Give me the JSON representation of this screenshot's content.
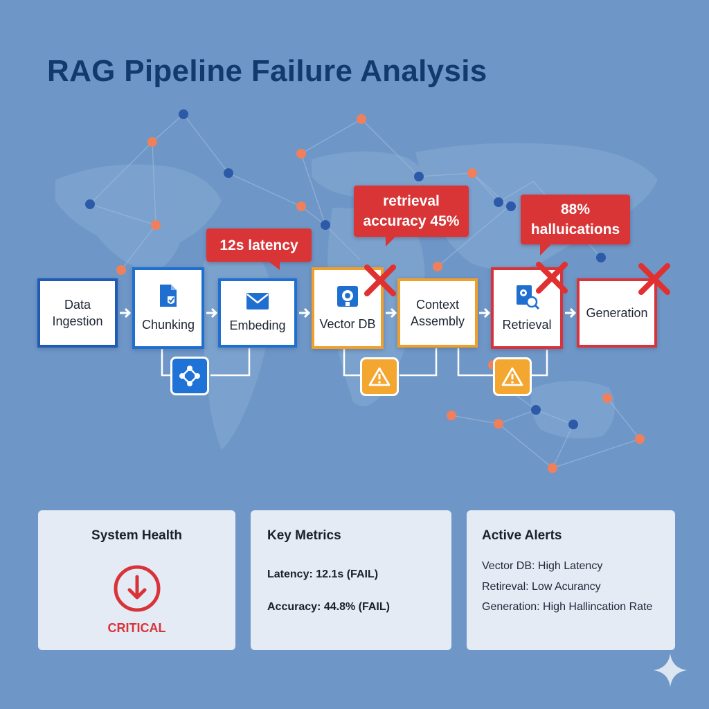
{
  "title": "RAG Pipeline Failure Analysis",
  "colors": {
    "ok": "#1f6fd1",
    "warning": "#f0a02a",
    "failure": "#d9333a",
    "background": "#6e97c8",
    "title": "#123a6d"
  },
  "pipeline": {
    "stages": [
      {
        "label": "Data\nIngestion",
        "status": "ok",
        "icon": "none"
      },
      {
        "label": "Chunking",
        "status": "ok",
        "icon": "document-check-icon"
      },
      {
        "label": "Embeding",
        "status": "ok",
        "icon": "envelope-icon"
      },
      {
        "label": "Vector DB",
        "status": "failure-warning",
        "icon": "database-icon"
      },
      {
        "label": "Context\nAssembly",
        "status": "warning",
        "icon": "none"
      },
      {
        "label": "Retrieval",
        "status": "failure",
        "icon": "search-gear-icon"
      },
      {
        "label": "Generation",
        "status": "failure",
        "icon": "none"
      }
    ],
    "callouts": [
      {
        "text": "12s latency"
      },
      {
        "text": "retrieval\naccuracy 45%"
      },
      {
        "text": "88%\nhalluications"
      }
    ],
    "badges": [
      {
        "icon": "network-nodes-icon"
      },
      {
        "icon": "warning-triangle-icon"
      },
      {
        "icon": "warning-triangle-icon"
      }
    ]
  },
  "panels": {
    "health": {
      "title": "System Health",
      "status": "CRITICAL",
      "icon": "down-arrow-circle-icon"
    },
    "metrics": {
      "title": "Key Metrics",
      "items": [
        "Latency: 12.1s (FAIL)",
        "Accuracy: 44.8% (FAIL)"
      ]
    },
    "alerts": {
      "title": "Active Alerts",
      "items": [
        "Vector DB: High Latency",
        "Retireval: Low Acurancy",
        "Generation: High Hallincation Rate"
      ]
    }
  }
}
